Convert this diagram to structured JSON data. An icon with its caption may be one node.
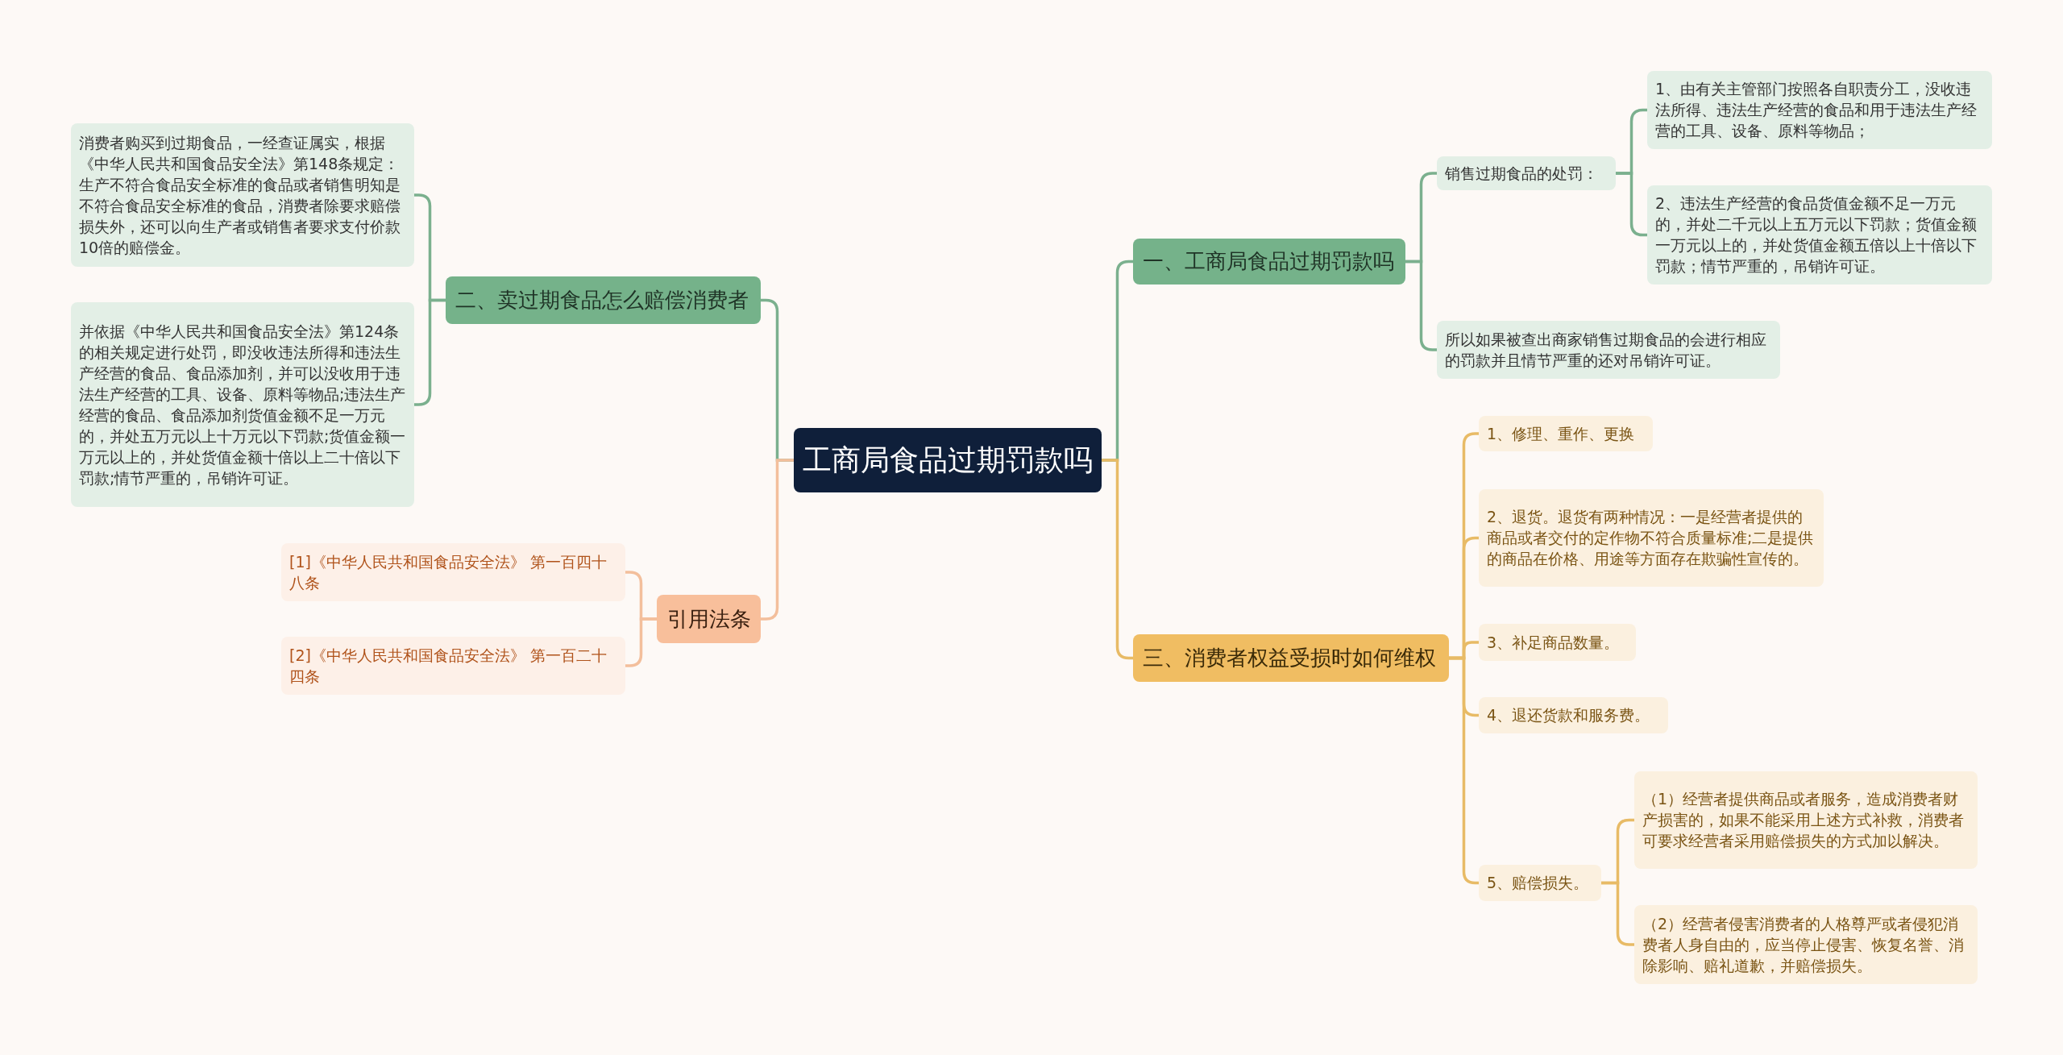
{
  "diagram": {
    "nodes": [
      {
        "text": [
          "工商局食品过期罚款吗"
        ]
      },
      {
        "text": [
          "一、工商局食品过期罚款吗"
        ]
      },
      {
        "text": [
          "销售过期食品的处罚："
        ]
      },
      {
        "text": [
          "1、由有关主管部门按照各自职责分工，没收违法所得、违法生产经营的食品和用于违法生产经营的工具、设备、原料等物品；"
        ]
      },
      {
        "text": [
          "2、违法生产经营的食品货值金额不足一万元的，并处二千元以上五万元以下罚款；货值金额一万元以上的，并处货值金额五倍以上十倍以下罚款；情节严重的，吊销许可证。"
        ]
      },
      {
        "text": [
          "所以如果被查出商家销售过期食品的会进行相应的罚款并且情节严重的还对吊销许可证。"
        ]
      },
      {
        "text": [
          "三、消费者权益受损时如何维权"
        ]
      },
      {
        "text": [
          "1、修理、重作、更换"
        ]
      },
      {
        "text": [
          "2、退货。退货有两种情况：一是经营者提供的商品或者交付的定作物不符合质量标准;二是提供的商品在价格、用途等方面存在欺骗性宣传的。"
        ]
      },
      {
        "text": [
          "3、补足商品数量。"
        ]
      },
      {
        "text": [
          "4、退还货款和服务费。"
        ]
      },
      {
        "text": [
          "5、赔偿损失。"
        ]
      },
      {
        "text": [
          "（1）经营者提供商品或者服务，造成消费者财产损害的，如果不能采用上述方式补救，消费者可要求经营者采用赔偿损失的方式加以解决。"
        ]
      },
      {
        "text": [
          "（2）经营者侵害消费者的人格尊严或者侵犯消费者人身自由的，应当停止侵害、恢复名誉、消除影响、赔礼道歉，并赔偿损失。"
        ]
      },
      {
        "text": [
          "二、卖过期食品怎么赔偿消费者"
        ]
      },
      {
        "text": [
          "消费者购买到过期食品，一经查证属实，根据《中华人民共和国食品安全法》第148条规定：生产不符合食品安全标准的食品或者销售明知是不符合食品安全标准的食品，消费者除要求赔偿损失外，还可以向生产者或销售者要求支付价款10倍的赔偿金。"
        ]
      },
      {
        "text": [
          "并依据《中华人民共和国食品安全法》第124条的相关规定进行处罚，即没收违法所得和违法生产经营的食品、食品添加剂，并可以没收用于违法生产经营的工具、设备、原料等物品;违法生产经营的食品、食品添加剂货值金额不足一万元的，并处五万元以上十万元以下罚款;货值金额一万元以上的，并处货值金额十倍以上二十倍以下罚款;情节严重的，吊销许可证。"
        ]
      },
      {
        "text": [
          "引用法条"
        ]
      },
      {
        "text": [
          "[1]《中华人民共和国食品安全法》 第一百四十八条"
        ]
      },
      {
        "text": [
          "[2]《中华人民共和国食品安全法》 第一百二十四条"
        ]
      }
    ],
    "edges": [
      {
        "from": 0,
        "to": 1,
        "arrow": "none",
        "color": "#7bb08e"
      },
      {
        "from": 1,
        "to": 2,
        "arrow": "none",
        "color": "#7bb08e"
      },
      {
        "from": 2,
        "to": 3,
        "arrow": "none",
        "color": "#7bb08e"
      },
      {
        "from": 2,
        "to": 4,
        "arrow": "none",
        "color": "#7bb08e"
      },
      {
        "from": 1,
        "to": 5,
        "arrow": "none",
        "color": "#7bb08e"
      },
      {
        "from": 0,
        "to": 6,
        "arrow": "none",
        "color": "#e8bb66"
      },
      {
        "from": 6,
        "to": 7,
        "arrow": "none",
        "color": "#e8bb66"
      },
      {
        "from": 6,
        "to": 8,
        "arrow": "none",
        "color": "#e8bb66"
      },
      {
        "from": 6,
        "to": 9,
        "arrow": "none",
        "color": "#e8bb66"
      },
      {
        "from": 6,
        "to": 10,
        "arrow": "none",
        "color": "#e8bb66"
      },
      {
        "from": 6,
        "to": 11,
        "arrow": "none",
        "color": "#e8bb66"
      },
      {
        "from": 11,
        "to": 12,
        "arrow": "none",
        "color": "#e8bb66"
      },
      {
        "from": 11,
        "to": 13,
        "arrow": "none",
        "color": "#e8bb66"
      },
      {
        "from": 0,
        "to": 14,
        "arrow": "none",
        "color": "#7bb08e"
      },
      {
        "from": 14,
        "to": 15,
        "arrow": "none",
        "color": "#7bb08e"
      },
      {
        "from": 14,
        "to": 16,
        "arrow": "none",
        "color": "#7bb08e"
      },
      {
        "from": 0,
        "to": 17,
        "arrow": "none",
        "color": "#f3bf9c"
      },
      {
        "from": 17,
        "to": 18,
        "arrow": "none",
        "color": "#f3bf9c"
      },
      {
        "from": 17,
        "to": 19,
        "arrow": "none",
        "color": "#f3bf9c"
      }
    ]
  }
}
